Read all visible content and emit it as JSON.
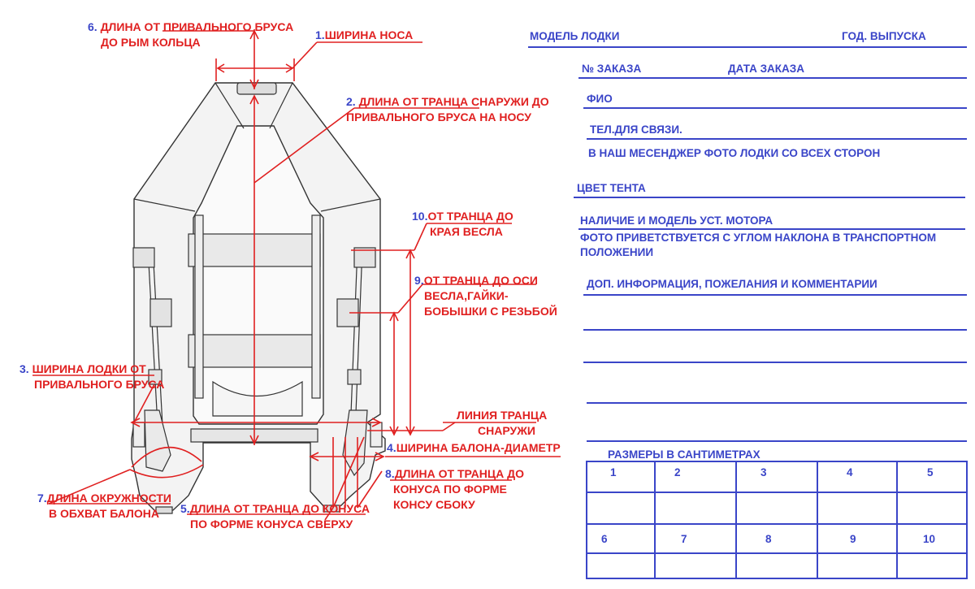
{
  "diagram": {
    "labels": [
      {
        "id": "m1",
        "num": "1.",
        "lines": [
          "ШИРИНА НОСА"
        ]
      },
      {
        "id": "m2",
        "num": "2.",
        "lines": [
          "ДЛИНА ОТ ТРАНЦА СНАРУЖИ ДО",
          "ПРИВАЛЬНОГО БРУСА НА НОСУ"
        ]
      },
      {
        "id": "m3",
        "num": "3.",
        "lines": [
          "ШИРИНА ЛОДКИ ОТ",
          "ПРИВАЛЬНОГО БРУСА"
        ]
      },
      {
        "id": "m4",
        "num": "4.",
        "lines": [
          "ШИРИНА БАЛОНА-ДИАМЕТР"
        ]
      },
      {
        "id": "m5",
        "num": "5.",
        "lines": [
          "ДЛИНА ОТ ТРАНЦА ДО КОНУСА",
          "ПО ФОРМЕ КОНУСА СВЕРХУ"
        ]
      },
      {
        "id": "m6",
        "num": "6.",
        "lines": [
          "ДЛИНА ОТ ПРИВАЛЬНОГО БРУСА",
          "ДО РЫМ КОЛЬЦА"
        ]
      },
      {
        "id": "m7",
        "num": "7.",
        "lines": [
          "ДЛИНА ОКРУЖНОСТИ",
          "В ОБХВАТ БАЛОНА"
        ]
      },
      {
        "id": "m8",
        "num": "8.",
        "lines": [
          "ДЛИНА ОТ ТРАНЦА ДО",
          "КОНУСА ПО ФОРМЕ",
          "КОНСУ СБОКУ"
        ]
      },
      {
        "id": "m9",
        "num": "9.",
        "lines": [
          "ОТ ТРАНЦА ДО ОСИ",
          "ВЕСЛА,ГАЙКИ-",
          "БОБЫШКИ С РЕЗЬБОЙ"
        ]
      },
      {
        "id": "m10",
        "num": "10.",
        "lines": [
          "ОТ ТРАНЦА ДО",
          "КРАЯ ВЕСЛА"
        ]
      },
      {
        "id": "mt",
        "num": "",
        "lines": [
          "ЛИНИЯ ТРАНЦА",
          "СНАРУЖИ"
        ]
      }
    ]
  },
  "form": {
    "boat_model": "МОДЕЛЬ ЛОДКИ",
    "year": "ГОД. ВЫПУСКА",
    "order_no": "№ ЗАКАЗА",
    "order_date": "ДАТА ЗАКАЗА",
    "fio": "ФИО",
    "phone": "ТЕЛ.ДЛЯ СВЯЗИ.",
    "photo_note": "В НАШ МЕСЕНДЖЕР ФОТО ЛОДКИ СО ВСЕХ СТОРОН",
    "tent_color": "ЦВЕТ ТЕНТА",
    "motor": "НАЛИЧИЕ И МОДЕЛЬ УСТ. МОТОРА",
    "motor_photo_1": "ФОТО ПРИВЕТСТВУЕТСЯ С УГЛОМ НАКЛОНА В ТРАНСПОРТНОМ",
    "motor_photo_2": "ПОЛОЖЕНИИ",
    "extra_info": "ДОП. ИНФОРМАЦИЯ, ПОЖЕЛАНИЯ И КОММЕНТАРИИ",
    "sizes_title": "РАЗМЕРЫ В САНТИМЕТРАХ",
    "table_row1": [
      "1",
      "2",
      "3",
      "4",
      "5"
    ],
    "table_row2": [
      "6",
      "7",
      "8",
      "9",
      "10"
    ]
  },
  "colors": {
    "form_blue": "#3a45c8",
    "measure_red": "#e02020",
    "boat_gray": "#333333"
  }
}
